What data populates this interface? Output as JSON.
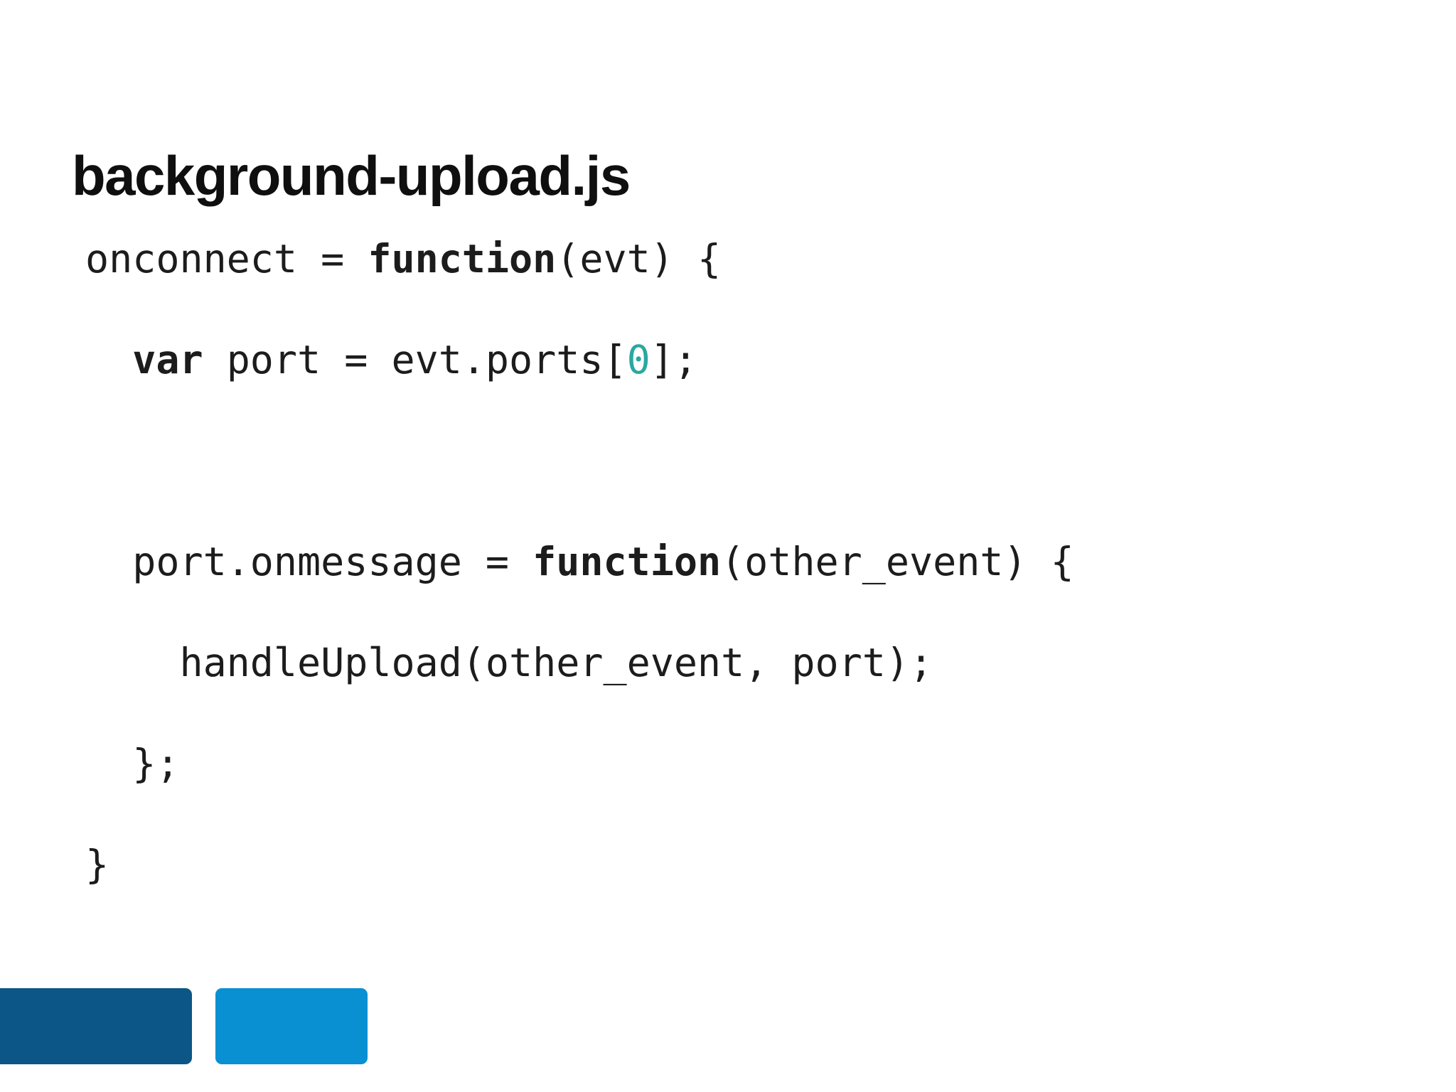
{
  "slide": {
    "title": "background-upload.js",
    "code": {
      "language": "javascript",
      "text_color": "#1c1c1c",
      "number_color": "#29a8a0",
      "lines": [
        {
          "segments": [
            {
              "text": "onconnect = "
            },
            {
              "text": "function",
              "style": "keyword"
            },
            {
              "text": "(evt) {"
            }
          ]
        },
        {
          "segments": [
            {
              "text": "  "
            },
            {
              "text": "var",
              "style": "keyword"
            },
            {
              "text": " port = evt.ports["
            },
            {
              "text": "0",
              "style": "number"
            },
            {
              "text": "];"
            }
          ]
        },
        {
          "segments": [
            {
              "text": ""
            }
          ]
        },
        {
          "segments": [
            {
              "text": "  port.onmessage = "
            },
            {
              "text": "function",
              "style": "keyword"
            },
            {
              "text": "(other_event) {"
            }
          ]
        },
        {
          "segments": [
            {
              "text": "    handleUpload(other_event, port);"
            }
          ]
        },
        {
          "segments": [
            {
              "text": "  };"
            }
          ]
        },
        {
          "segments": [
            {
              "text": "}"
            }
          ]
        }
      ]
    },
    "decor": {
      "bar_dark_color": "#0b5687",
      "bar_light_color": "#0990d3",
      "background_color": "#ffffff"
    }
  }
}
